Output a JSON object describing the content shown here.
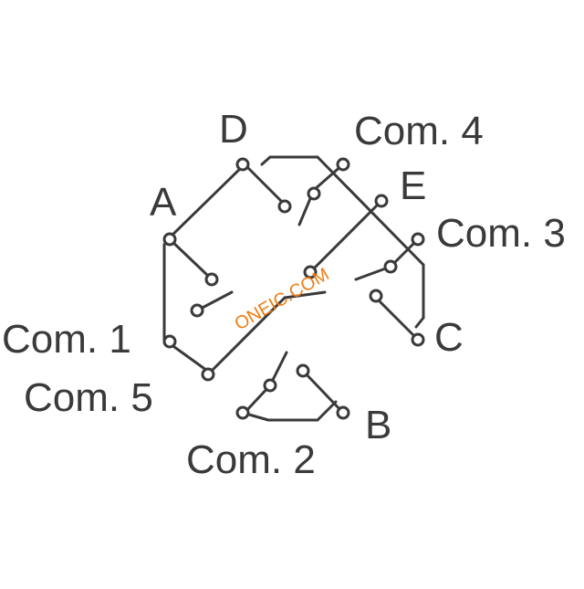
{
  "diagram": {
    "line_color": "#3a3a3a",
    "watermark_color": "#f07c12",
    "labels": {
      "d": "D",
      "com4": "Com. 4",
      "e": "E",
      "a": "A",
      "com3": "Com. 3",
      "com1": "Com. 1",
      "c": "C",
      "com5": "Com. 5",
      "b": "B",
      "com2": "Com. 2"
    },
    "watermark": "ONEIC.COM"
  }
}
